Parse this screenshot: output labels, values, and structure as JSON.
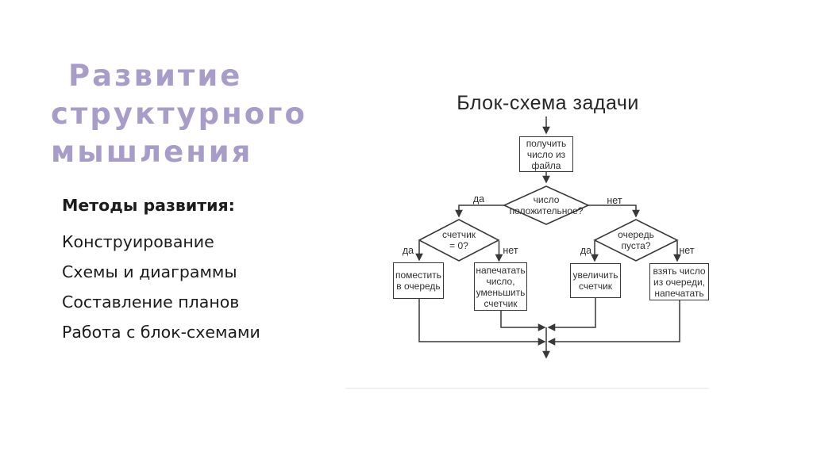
{
  "slide": {
    "title": "Развитие\nструктурного\nмышления",
    "methods_heading": "Методы развития:",
    "methods": [
      "Конструирование",
      "Схемы и диаграммы",
      "Составление планов",
      "Работа с блок-схемами"
    ]
  },
  "flowchart": {
    "title": "Блок-схема задачи",
    "labels": {
      "yes": "да",
      "no": "нет"
    },
    "nodes": {
      "get_number": "получить\nчисло из\nфайла",
      "is_positive": "число\nположительное?",
      "counter_zero": "счетчик\n= 0?",
      "queue_empty": "очередь\nпуста?",
      "enqueue": "поместить\nв очередь",
      "print_decrement": "напечатать\nчисло,\nуменьшить\nсчетчик",
      "increment": "увеличить\nсчетчик",
      "dequeue_print": "взять число\nиз очереди,\nнапечатать"
    }
  },
  "colors": {
    "accent_title": "#a89cc8",
    "diagram_line": "#383838"
  }
}
